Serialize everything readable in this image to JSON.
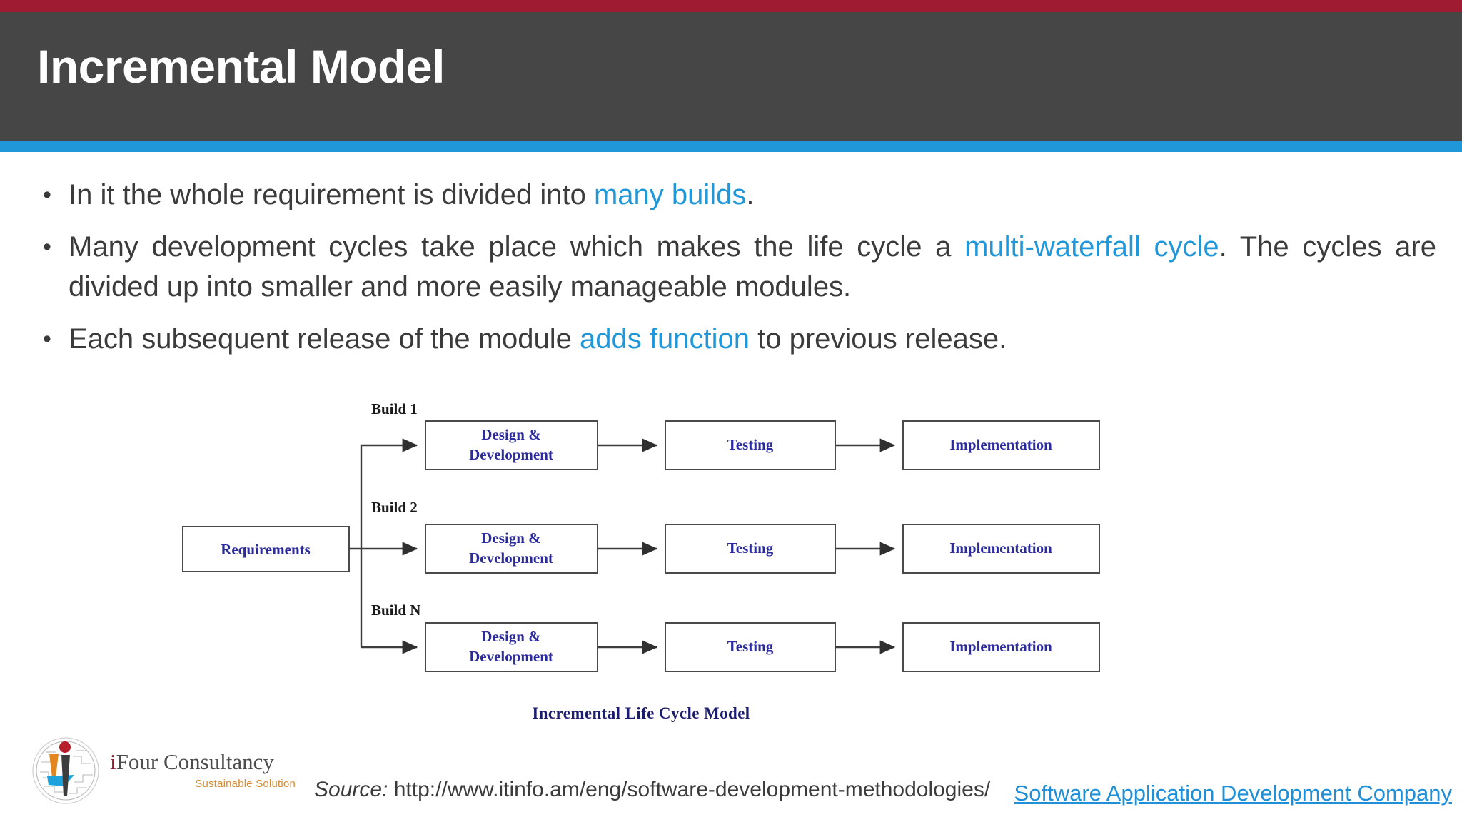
{
  "header": {
    "title": "Incremental Model",
    "accent_top_color": "#9e1b32",
    "band_color": "#464646",
    "underline_color": "#1f97d9"
  },
  "bullets": [
    {
      "marker": "•",
      "segments": [
        {
          "text": "In it the whole requirement is divided into ",
          "highlight": false
        },
        {
          "text": "many builds",
          "highlight": true
        },
        {
          "text": ".",
          "highlight": false
        }
      ]
    },
    {
      "marker": "•",
      "segments": [
        {
          "text": "Many development cycles take place which makes the life cycle a ",
          "highlight": false
        },
        {
          "text": "multi-waterfall cycle",
          "highlight": true
        },
        {
          "text": ".   The cycles are divided up into smaller and more easily manageable modules.",
          "highlight": false
        }
      ]
    },
    {
      "marker": "•",
      "segments": [
        {
          "text": "Each subsequent release of the module ",
          "highlight": false
        },
        {
          "text": "adds function",
          "highlight": true
        },
        {
          "text": " to previous release.",
          "highlight": false
        }
      ]
    }
  ],
  "diagram": {
    "caption": "Incremental Life Cycle Model",
    "source_box": "Requirements",
    "build_labels": [
      "Build 1",
      "Build 2",
      "Build N"
    ],
    "stage_labels": {
      "design_line1": "Design &",
      "design_line2": "Development",
      "testing": "Testing",
      "implementation": "Implementation"
    },
    "rows": [
      {
        "build": "Build 1",
        "stages": [
          "Design & Development",
          "Testing",
          "Implementation"
        ]
      },
      {
        "build": "Build 2",
        "stages": [
          "Design & Development",
          "Testing",
          "Implementation"
        ]
      },
      {
        "build": "Build N",
        "stages": [
          "Design & Development",
          "Testing",
          "Implementation"
        ]
      }
    ],
    "box_text_color": "#2b2b9e",
    "box_border_color": "#4a4a4a"
  },
  "footer": {
    "logo_name_i": "i",
    "logo_name_rest": "Four Consultancy",
    "logo_tagline": "Sustainable Solution",
    "source_label": "Source:",
    "source_url": "http://www.itinfo.am/eng/software-development-methodologies/",
    "link_text": "Software Application Development Company",
    "link_color": "#1f8fd8"
  }
}
